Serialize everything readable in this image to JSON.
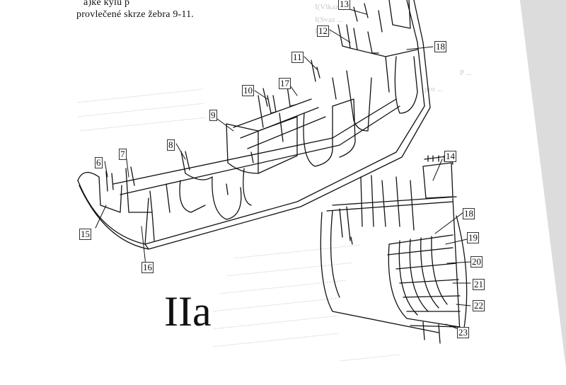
{
  "document": {
    "top_line_1": "a)ke kýlu p",
    "top_line_2": "provlečené skrze žebra 9-11.",
    "figure_title": "IIa"
  },
  "part_labels": [
    "13",
    "12",
    "18",
    "11",
    "10",
    "17",
    "9",
    "8",
    "7",
    "6",
    "15",
    "16",
    "14",
    "18",
    "19",
    "20",
    "21",
    "22",
    "23"
  ],
  "colors": {
    "paper": "#ffffff",
    "ink": "#111111",
    "bleed_through": "#c9c9c9"
  }
}
